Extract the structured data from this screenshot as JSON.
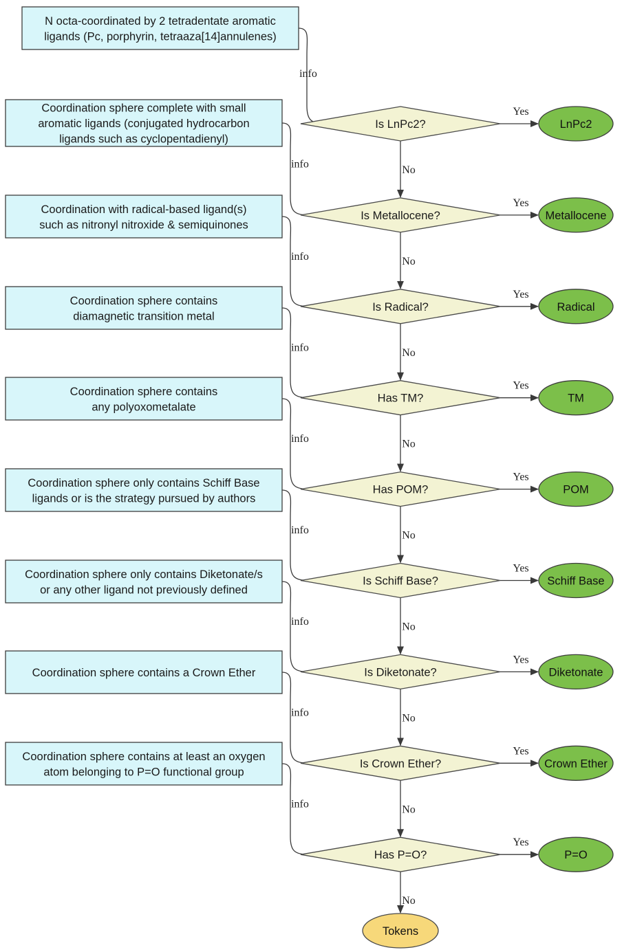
{
  "info_boxes": [
    {
      "lines": [
        "N octa-coordinated by 2 tetradentate aromatic",
        "ligands (Pc, porphyrin, tetraaza[14]annulenes)"
      ]
    },
    {
      "lines": [
        "Coordination sphere complete with small",
        "aromatic ligands (conjugated hydrocarbon",
        "ligands such as cyclopentadienyl)"
      ]
    },
    {
      "lines": [
        "Coordination with radical-based ligand(s)",
        "such as nitronyl nitroxide & semiquinones"
      ]
    },
    {
      "lines": [
        "Coordination sphere contains",
        "diamagnetic transition metal"
      ]
    },
    {
      "lines": [
        "Coordination sphere contains",
        "any polyoxometalate"
      ]
    },
    {
      "lines": [
        "Coordination sphere only contains Schiff Base",
        "ligands or is the strategy pursued by authors"
      ]
    },
    {
      "lines": [
        "Coordination sphere only contains Diketonate/s",
        "or any other ligand not previously defined"
      ]
    },
    {
      "lines": [
        "Coordination sphere contains a Crown Ether"
      ]
    },
    {
      "lines": [
        "Coordination sphere contains at least an oxygen",
        "atom belonging to P=O functional group"
      ]
    }
  ],
  "decisions": [
    {
      "question": "Is LnPc2?",
      "result": "LnPc2"
    },
    {
      "question": "Is Metallocene?",
      "result": "Metallocene"
    },
    {
      "question": "Is Radical?",
      "result": "Radical"
    },
    {
      "question": "Has TM?",
      "result": "TM"
    },
    {
      "question": "Has POM?",
      "result": "POM"
    },
    {
      "question": "Is Schiff Base?",
      "result": "Schiff Base"
    },
    {
      "question": "Is Diketonate?",
      "result": "Diketonate"
    },
    {
      "question": "Is Crown Ether?",
      "result": "Crown Ether"
    },
    {
      "question": "Has P=O?",
      "result": "P=O"
    }
  ],
  "edge_labels": {
    "info": "info",
    "yes": "Yes",
    "no": "No"
  },
  "terminal": "Tokens",
  "colors": {
    "info_box_fill": "#d8f6fa",
    "diamond_fill": "#f3f3d3",
    "result_fill": "#7cbf4a",
    "terminal_fill": "#f7d87a"
  }
}
